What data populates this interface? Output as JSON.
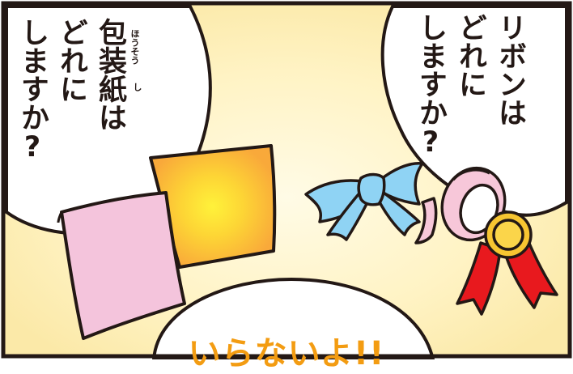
{
  "left_bubble": {
    "line1": "包装紙は",
    "line2": "どれに",
    "line3": "しますか?",
    "ruby_main": "ほうそう",
    "ruby_extra": "し"
  },
  "right_bubble": {
    "line1": "リボンは",
    "line2": "どれに",
    "line3": "しますか?"
  },
  "bottom_bubble": {
    "text": "いらないよ!!"
  },
  "colors": {
    "background_glow": "#fff6c8",
    "border": "#231815",
    "wrap_pink": "#f4c4dc",
    "wrap_orange": "#fbb43c",
    "ribbon_blue": "#8fd3f4",
    "ribbon_pink": "#f7c7d9",
    "rosette_red": "#e8191e",
    "rosette_gold": "#f7c531",
    "shout_orange": "#f39c12"
  }
}
